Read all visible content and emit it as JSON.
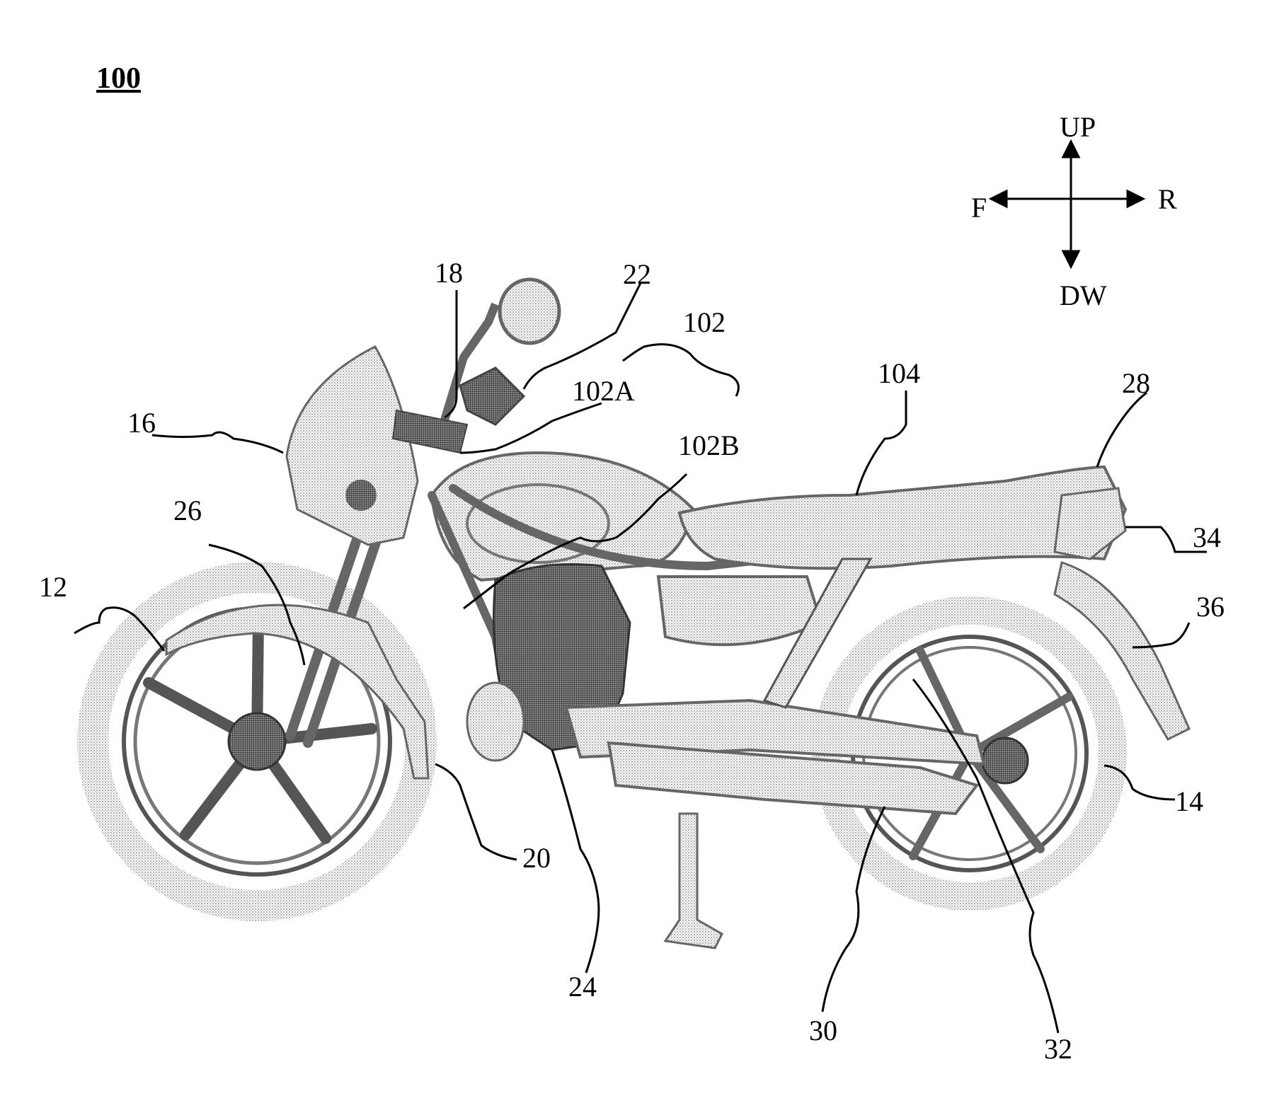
{
  "figure": {
    "number": "100"
  },
  "directions": {
    "up": "UP",
    "down": "DW",
    "front": "F",
    "rear": "R"
  },
  "labels": {
    "l12": "12",
    "l14": "14",
    "l16": "16",
    "l18": "18",
    "l20": "20",
    "l22": "22",
    "l24": "24",
    "l26": "26",
    "l28": "28",
    "l30": "30",
    "l32": "32",
    "l34": "34",
    "l36": "36",
    "l102": "102",
    "l102A": "102A",
    "l102B": "102B",
    "l104": "104"
  },
  "colors": {
    "ink": "#000000",
    "stipple": "#8a8a8a",
    "dark": "#3a3a3a"
  }
}
